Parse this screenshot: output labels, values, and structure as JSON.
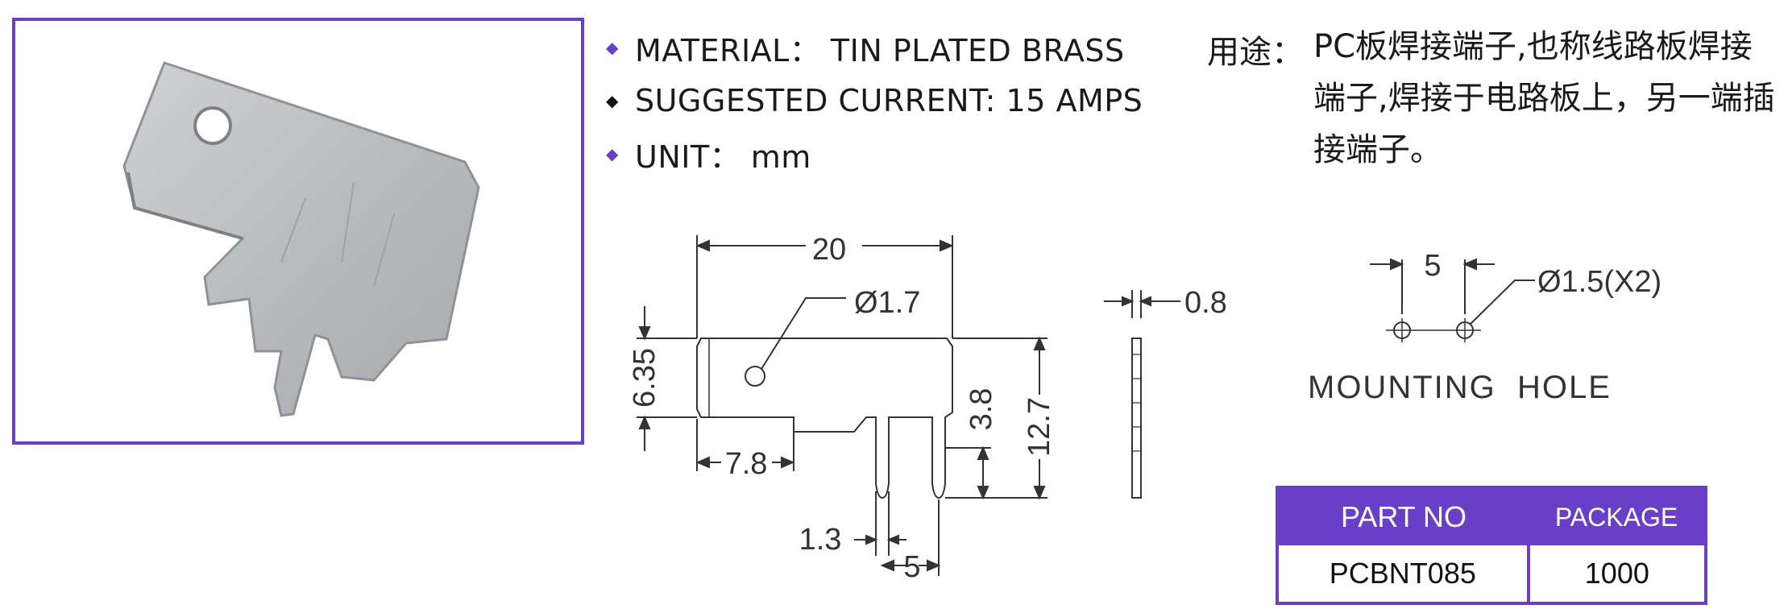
{
  "specs": [
    {
      "bullet": "◆",
      "bullet_color": "#6a3fc8",
      "text": "MATERIAL： TIN PLATED BRASS"
    },
    {
      "bullet": "◆",
      "bullet_color": "#111111",
      "text": "SUGGESTED CURRENT: 15 AMPS"
    },
    {
      "bullet": "◆",
      "bullet_color": "#6a3fc8",
      "text": "UNIT： mm"
    }
  ],
  "usage": {
    "label": "用途：",
    "text": "PC板焊接端子,也称线路板焊接端子,焊接于电路板上，另一端插接端子。"
  },
  "drawing": {
    "dim_width": "20",
    "dim_hole": "Ø1.7",
    "dim_tab_height": "6.35",
    "dim_offset": "7.8",
    "dim_pin_length": "3.8",
    "dim_total_height": "12.7",
    "dim_pin_width": "1.3",
    "dim_pin_pitch": "5",
    "dim_thickness": "0.8",
    "mount_pitch": "5",
    "mount_hole": "Ø1.5(X2)",
    "mount_label": "MOUNTING  HOLE"
  },
  "table": {
    "header_part": "PART NO",
    "header_package": "PACKAGE",
    "part_no": "PCBNT085",
    "package": "1000"
  },
  "colors": {
    "accent": "#6a3fc8"
  }
}
